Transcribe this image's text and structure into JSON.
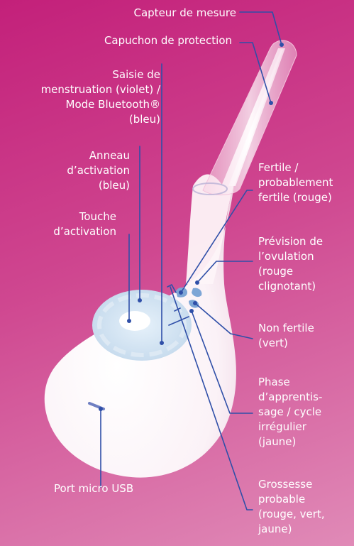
{
  "colors": {
    "background_top": "#c3207a",
    "background_bottom": "#e08ab7",
    "leader_line": "#2f4fa8",
    "device_body": "#ffffff",
    "activation_ring": "#cfe3f2",
    "led": "#7da6d6",
    "label_text": "#ffffff"
  },
  "labels": {
    "measurement_sensor": "Capteur de mesure",
    "protective_cap": "Capuchon de protection",
    "menstruation_entry": "Saisie de\nmenstruation (violet) /\nMode Bluetooth®\n(bleu)",
    "activation_ring": "Anneau\nd’activation\n(bleu)",
    "activation_button": "Touche\nd’activation",
    "micro_usb_port": "Port micro USB",
    "fertile": "Fertile /\nprobablement\nfertile (rouge)",
    "ovulation_forecast": "Prévision de\nl’ovulation\n(rouge\nclignotant)",
    "not_fertile": "Non fertile\n(vert)",
    "learning_phase": "Phase\nd’apprentis-\nsage  / cycle\nirrégulier\n(jaune)",
    "probable_pregnancy": "Grossesse\nprobable\n(rouge, vert,\njaune)"
  }
}
